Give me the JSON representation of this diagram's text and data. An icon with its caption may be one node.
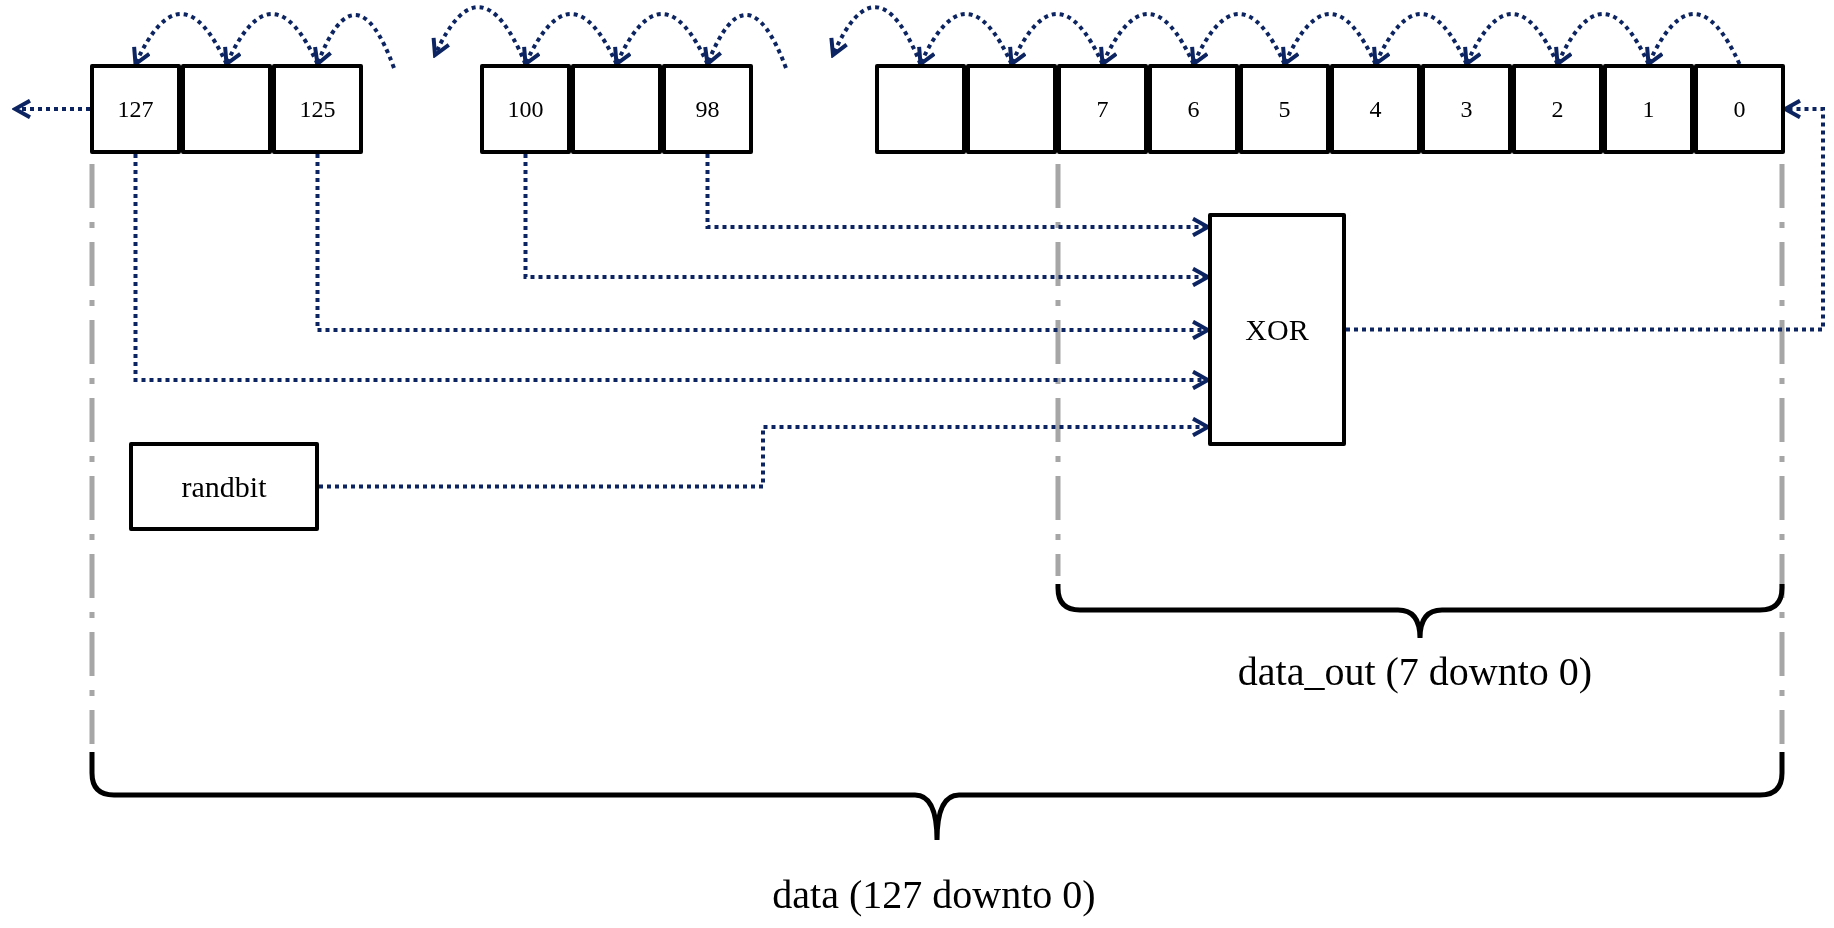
{
  "diagram": {
    "nodes": [
      {
        "text": [
          "127"
        ]
      },
      {
        "text": [],
        "shape": "box"
      },
      {
        "text": [
          "125"
        ]
      },
      {
        "text": [
          "100"
        ]
      },
      {
        "text": [],
        "shape": "box"
      },
      {
        "text": [
          "98"
        ]
      },
      {
        "text": [],
        "shape": "box"
      },
      {
        "text": [],
        "shape": "box"
      },
      {
        "text": [
          "7"
        ]
      },
      {
        "text": [
          "6"
        ]
      },
      {
        "text": [
          "5"
        ]
      },
      {
        "text": [
          "4"
        ]
      },
      {
        "text": [
          "3"
        ]
      },
      {
        "text": [
          "2"
        ]
      },
      {
        "text": [
          "1"
        ]
      },
      {
        "text": [
          "0"
        ]
      },
      {
        "text": [
          "XOR"
        ]
      },
      {
        "text": [
          "randbit"
        ]
      }
    ],
    "edges": [
      {
        "from": 15,
        "to": 14,
        "arrow": "to"
      },
      {
        "from": 14,
        "to": 13,
        "arrow": "to"
      },
      {
        "from": 13,
        "to": 12,
        "arrow": "to"
      },
      {
        "from": 12,
        "to": 11,
        "arrow": "to"
      },
      {
        "from": 11,
        "to": 10,
        "arrow": "to"
      },
      {
        "from": 10,
        "to": 9,
        "arrow": "to"
      },
      {
        "from": 9,
        "to": 8,
        "arrow": "to"
      },
      {
        "from": 8,
        "to": 7,
        "arrow": "to"
      },
      {
        "from": 7,
        "to": 6,
        "arrow": "to"
      },
      {
        "from": 6,
        "to": null,
        "arrow": "to"
      },
      {
        "from": null,
        "to": 5,
        "arrow": "to"
      },
      {
        "from": 5,
        "to": 4,
        "arrow": "to"
      },
      {
        "from": 4,
        "to": 3,
        "arrow": "to"
      },
      {
        "from": 3,
        "to": null,
        "arrow": "to"
      },
      {
        "from": null,
        "to": 2,
        "arrow": "to"
      },
      {
        "from": 2,
        "to": 1,
        "arrow": "to"
      },
      {
        "from": 1,
        "to": 0,
        "arrow": "to"
      },
      {
        "from": 0,
        "to": null,
        "arrow": "to"
      },
      {
        "from": 5,
        "to": 16,
        "arrow": "to"
      },
      {
        "from": 3,
        "to": 16,
        "arrow": "to"
      },
      {
        "from": 2,
        "to": 16,
        "arrow": "to"
      },
      {
        "from": 0,
        "to": 16,
        "arrow": "to"
      },
      {
        "from": 17,
        "to": 16,
        "arrow": "to"
      },
      {
        "from": 16,
        "to": 15,
        "arrow": "to"
      }
    ],
    "labels": [
      "data_out (7 downto 0)",
      "data (127 downto 0)"
    ]
  }
}
